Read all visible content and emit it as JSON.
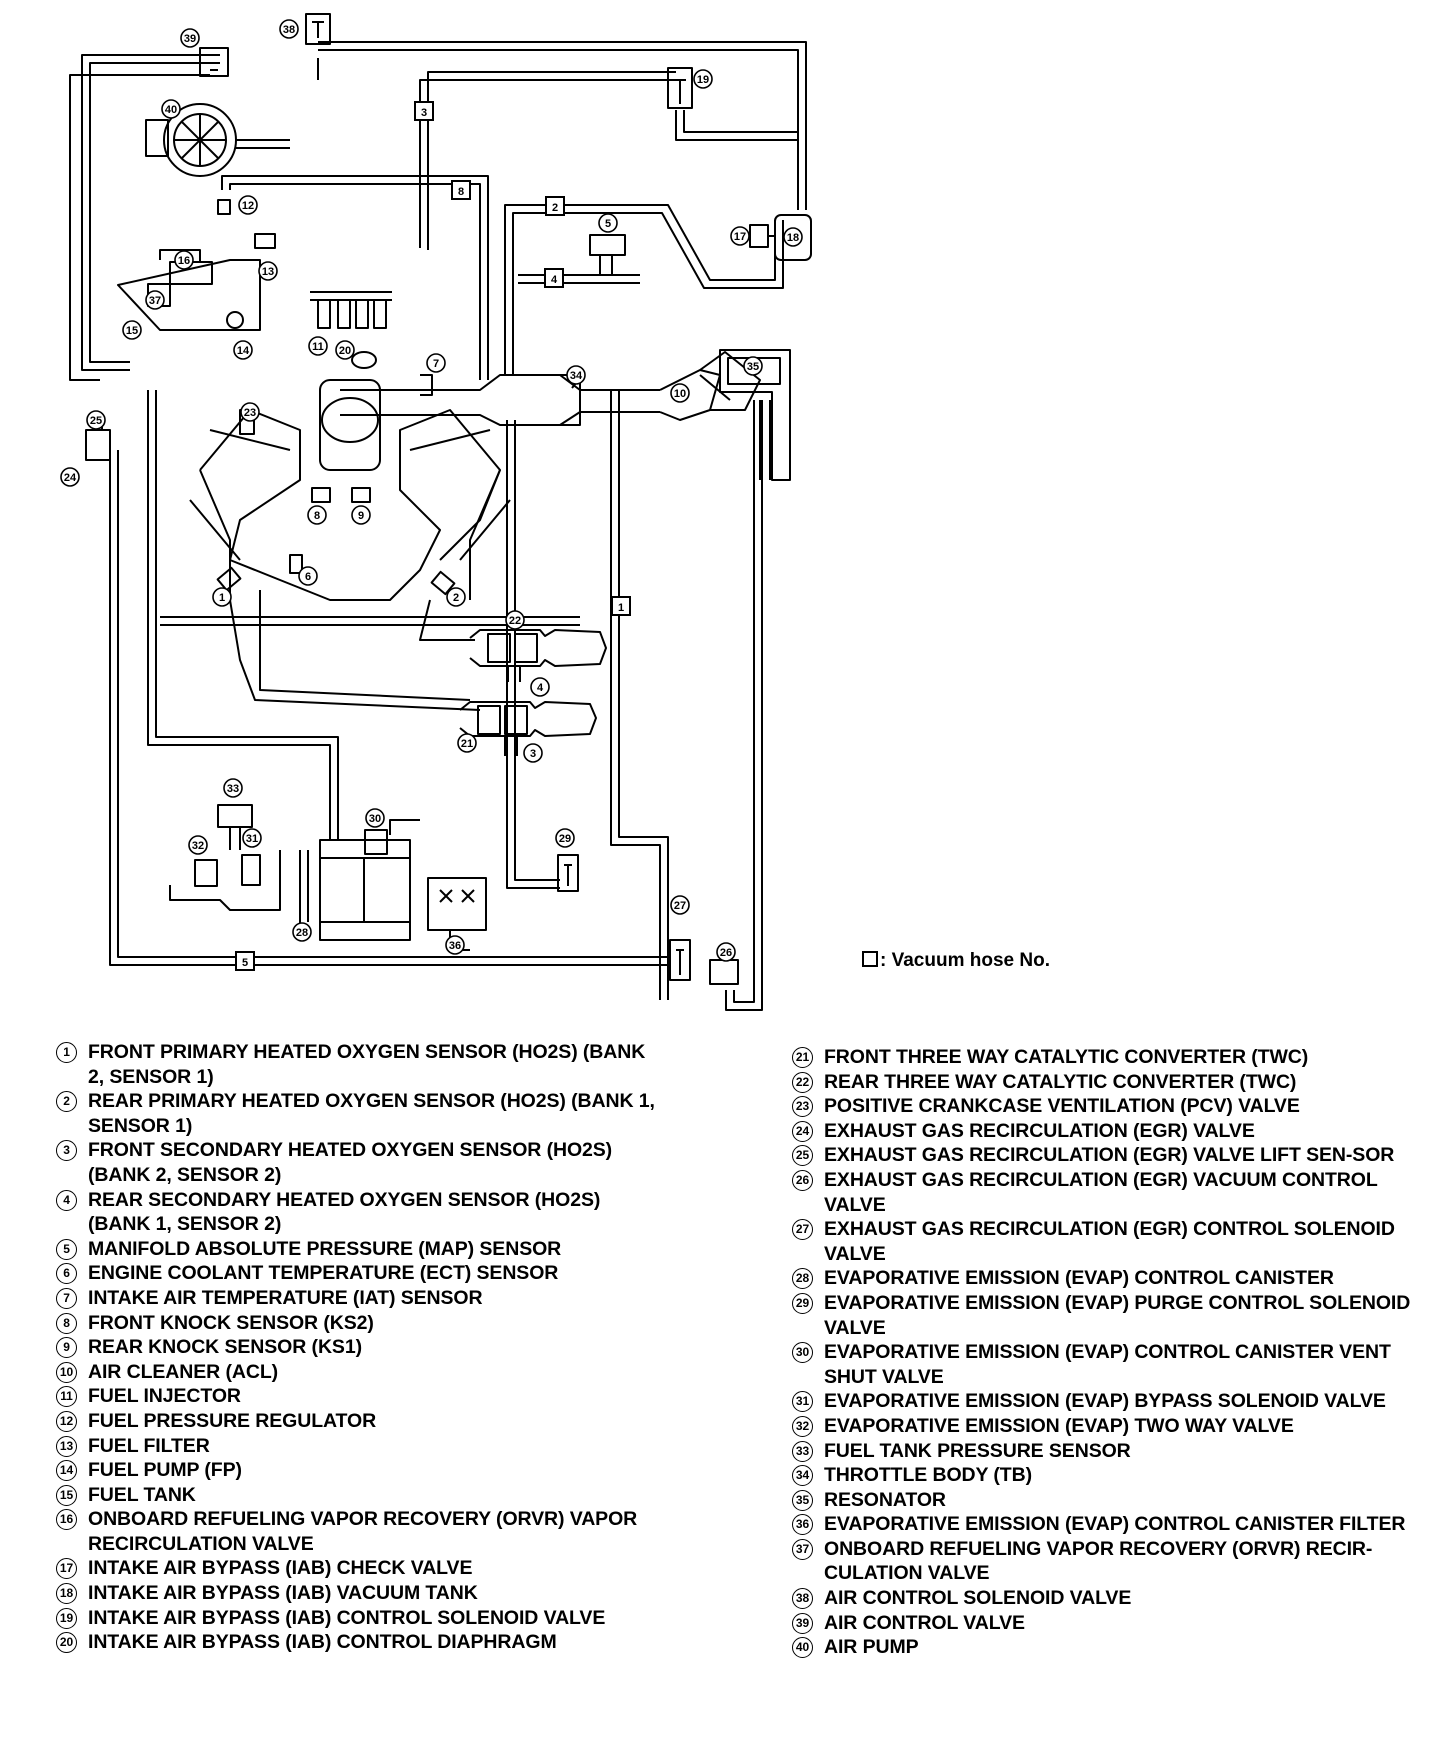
{
  "legend_note": {
    "text": ": Vacuum hose No."
  },
  "hose_numbers": [
    "1",
    "2",
    "3",
    "4",
    "5",
    "8"
  ],
  "callouts": [
    "1",
    "2",
    "3",
    "4",
    "5",
    "6",
    "7",
    "8",
    "9",
    "10",
    "11",
    "12",
    "13",
    "14",
    "15",
    "16",
    "17",
    "18",
    "19",
    "20",
    "21",
    "22",
    "23",
    "24",
    "25",
    "26",
    "27",
    "28",
    "29",
    "30",
    "31",
    "32",
    "33",
    "34",
    "35",
    "36",
    "37",
    "38",
    "39",
    "40"
  ],
  "legend_left": [
    {
      "num": "1",
      "text": "FRONT PRIMARY HEATED OXYGEN SENSOR (HO2S) (BANK 2, SENSOR 1)"
    },
    {
      "num": "2",
      "text": "REAR PRIMARY HEATED OXYGEN SENSOR (HO2S) (BANK 1, SENSOR 1)"
    },
    {
      "num": "3",
      "text": "FRONT SECONDARY HEATED OXYGEN SENSOR (HO2S) (BANK 2, SENSOR 2)"
    },
    {
      "num": "4",
      "text": "REAR SECONDARY HEATED OXYGEN SENSOR (HO2S) (BANK 1, SENSOR 2)"
    },
    {
      "num": "5",
      "text": "MANIFOLD ABSOLUTE PRESSURE (MAP) SENSOR"
    },
    {
      "num": "6",
      "text": "ENGINE COOLANT TEMPERATURE (ECT) SENSOR"
    },
    {
      "num": "7",
      "text": "INTAKE AIR TEMPERATURE (IAT) SENSOR"
    },
    {
      "num": "8",
      "text": "FRONT KNOCK SENSOR (KS2)"
    },
    {
      "num": "9",
      "text": "REAR KNOCK SENSOR (KS1)"
    },
    {
      "num": "10",
      "text": "AIR CLEANER (ACL)"
    },
    {
      "num": "11",
      "text": "FUEL INJECTOR"
    },
    {
      "num": "12",
      "text": "FUEL PRESSURE REGULATOR"
    },
    {
      "num": "13",
      "text": "FUEL FILTER"
    },
    {
      "num": "14",
      "text": "FUEL PUMP (FP)"
    },
    {
      "num": "15",
      "text": "FUEL TANK"
    },
    {
      "num": "16",
      "text": "ONBOARD REFUELING VAPOR RECOVERY (ORVR) VAPOR RECIRCULATION VALVE"
    },
    {
      "num": "17",
      "text": "INTAKE AIR BYPASS (IAB) CHECK VALVE"
    },
    {
      "num": "18",
      "text": "INTAKE AIR BYPASS (IAB) VACUUM TANK"
    },
    {
      "num": "19",
      "text": "INTAKE AIR BYPASS (IAB) CONTROL SOLENOID VALVE"
    },
    {
      "num": "20",
      "text": "INTAKE AIR BYPASS (IAB) CONTROL DIAPHRAGM"
    }
  ],
  "legend_right": [
    {
      "num": "21",
      "text": "FRONT THREE WAY CATALYTIC CONVERTER (TWC)"
    },
    {
      "num": "22",
      "text": "REAR THREE WAY CATALYTIC CONVERTER (TWC)"
    },
    {
      "num": "23",
      "text": "POSITIVE CRANKCASE VENTILATION (PCV) VALVE"
    },
    {
      "num": "24",
      "text": "EXHAUST GAS RECIRCULATION (EGR) VALVE"
    },
    {
      "num": "25",
      "text": "EXHAUST GAS RECIRCULATION (EGR) VALVE LIFT SEN-SOR"
    },
    {
      "num": "26",
      "text": "EXHAUST GAS RECIRCULATION (EGR) VACUUM CONTROL VALVE"
    },
    {
      "num": "27",
      "text": "EXHAUST GAS RECIRCULATION (EGR) CONTROL SOLENOID VALVE"
    },
    {
      "num": "28",
      "text": "EVAPORATIVE EMISSION (EVAP) CONTROL CANISTER"
    },
    {
      "num": "29",
      "text": "EVAPORATIVE EMISSION (EVAP) PURGE CONTROL SOLENOID VALVE"
    },
    {
      "num": "30",
      "text": "EVAPORATIVE EMISSION (EVAP) CONTROL CANISTER VENT SHUT VALVE"
    },
    {
      "num": "31",
      "text": "EVAPORATIVE EMISSION (EVAP) BYPASS SOLENOID VALVE"
    },
    {
      "num": "32",
      "text": "EVAPORATIVE EMISSION (EVAP) TWO WAY VALVE"
    },
    {
      "num": "33",
      "text": "FUEL TANK PRESSURE SENSOR"
    },
    {
      "num": "34",
      "text": "THROTTLE BODY (TB)"
    },
    {
      "num": "35",
      "text": "RESONATOR"
    },
    {
      "num": "36",
      "text": "EVAPORATIVE EMISSION (EVAP) CONTROL CANISTER FILTER"
    },
    {
      "num": "37",
      "text": "ONBOARD REFUELING VAPOR RECOVERY (ORVR) RECIR-CULATION VALVE"
    },
    {
      "num": "38",
      "text": "AIR CONTROL SOLENOID VALVE"
    },
    {
      "num": "39",
      "text": "AIR CONTROL VALVE"
    },
    {
      "num": "40",
      "text": "AIR PUMP"
    }
  ]
}
